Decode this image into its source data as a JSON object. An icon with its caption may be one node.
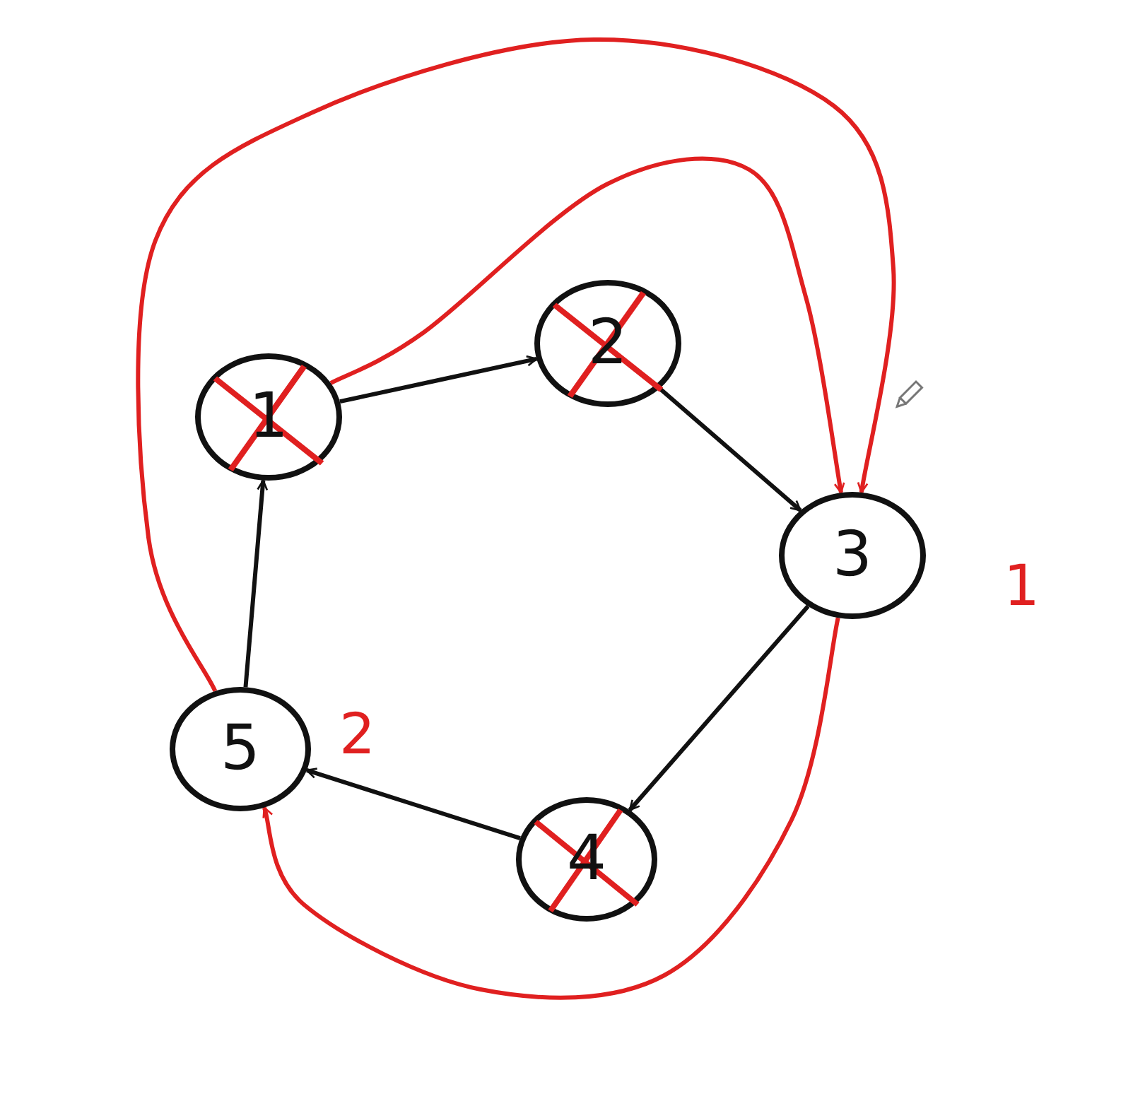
{
  "diagram": {
    "nodes": [
      {
        "text": [
          "1"
        ]
      },
      {
        "text": [
          "2"
        ]
      },
      {
        "text": [
          "3"
        ],
        "beside": [
          "1"
        ]
      },
      {
        "text": [
          "4"
        ]
      },
      {
        "text": [
          "5"
        ],
        "beside": [
          "2"
        ]
      }
    ],
    "edges": [
      {
        "from": 0,
        "to": 1,
        "arrow": "to"
      },
      {
        "from": 1,
        "to": 2,
        "arrow": "to"
      },
      {
        "from": 2,
        "to": 3,
        "arrow": "to"
      },
      {
        "from": 3,
        "to": 4,
        "arrow": "to"
      },
      {
        "from": 4,
        "to": 0,
        "arrow": "to"
      },
      {
        "from": 0,
        "to": 2,
        "arrow": "to",
        "color": "#e02020"
      },
      {
        "from": 4,
        "to": 2,
        "arrow": "to",
        "color": "#e02020"
      },
      {
        "from": 2,
        "to": 4,
        "arrow": "to",
        "color": "#e02020"
      }
    ]
  }
}
